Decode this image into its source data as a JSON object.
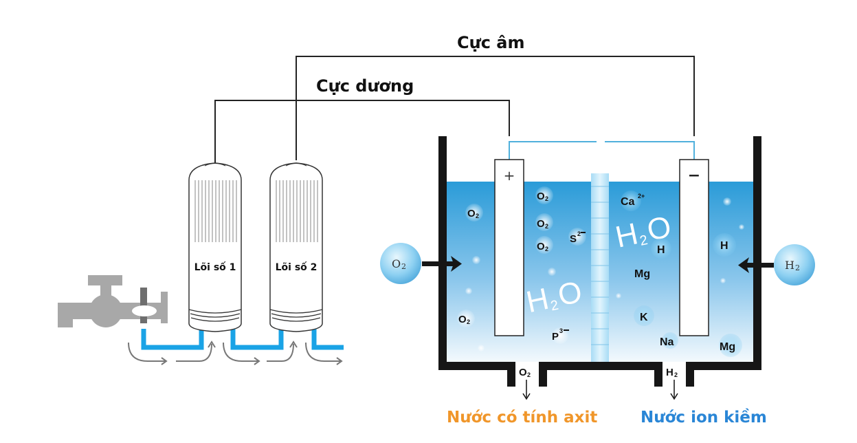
{
  "wires": {
    "negative_label": "Cực âm",
    "positive_label": "Cực dương"
  },
  "filters": {
    "cores": [
      {
        "label": "Lõi số 1"
      },
      {
        "label": "Lõi số 2"
      }
    ]
  },
  "cell": {
    "anode_sign": "+",
    "cathode_sign": "−",
    "left_input_gas": "O2",
    "right_input_gas": "H2",
    "left_outlet_gas": "O2",
    "right_outlet_gas": "H2",
    "left_water_label": "H2O",
    "right_water_label": "H2O",
    "left_particles": [
      "O2",
      "O2",
      "O2",
      "O2",
      "S2−",
      "O2",
      "P3−"
    ],
    "right_particles": [
      "Ca2+",
      "H",
      "Mg",
      "K",
      "Na",
      "H",
      "Mg"
    ]
  },
  "outputs": {
    "acidic_label": "Nước có tính axit",
    "alkaline_label": "Nước ion kiềm",
    "acidic_color": "#f0962a",
    "alkaline_color": "#2a86d6"
  },
  "colors": {
    "pipe": "#1aa3e6",
    "tap": "#a8a8a8",
    "water_top": "#2e9ed9",
    "water_bottom": "#eaf5fc",
    "tank": "#1a1a1a"
  }
}
